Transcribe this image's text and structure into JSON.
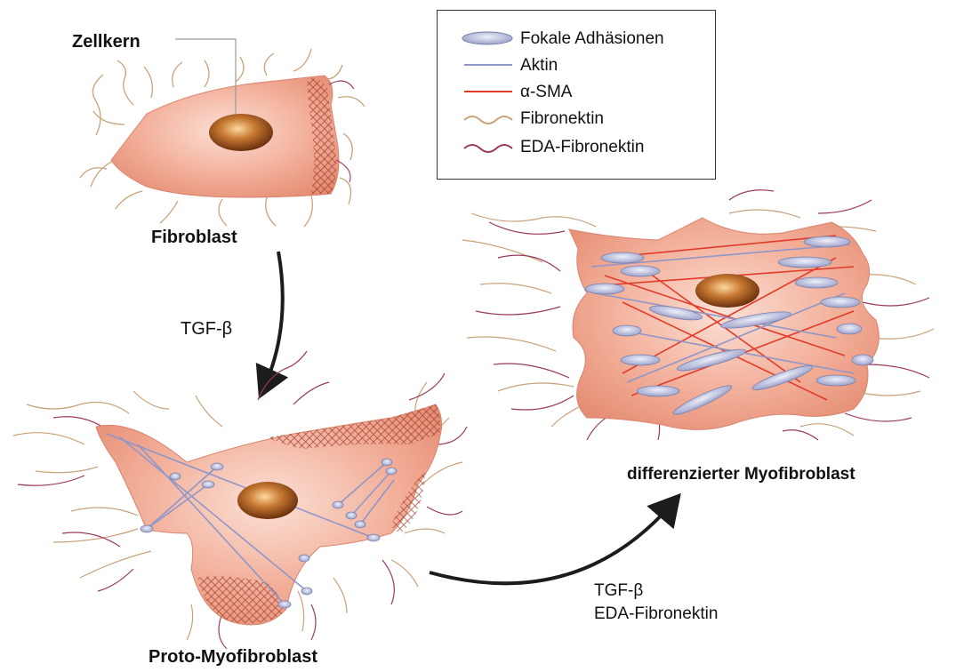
{
  "labels": {
    "zellkern": "Zellkern",
    "fibroblast": "Fibroblast",
    "tgf1": "TGF-β",
    "proto": "Proto-Myofibroblast",
    "differenziert": "differenzierter Myofibroblast",
    "tgf2": "TGF-β",
    "eda": "EDA-Fibronektin"
  },
  "legend": {
    "items": [
      {
        "label": "Fokale Adhäsionen",
        "icon": "focal-adhesion-ellipse"
      },
      {
        "label": "Aktin",
        "icon": "actin-line",
        "color": "#8f96c8"
      },
      {
        "label": "α-SMA",
        "icon": "alpha-sma-line",
        "color": "#e23b2a"
      },
      {
        "label": "Fibronektin",
        "icon": "fibronectin-wave",
        "color": "#c8a27a"
      },
      {
        "label": "EDA-Fibronektin",
        "icon": "eda-fibronectin-wave",
        "color": "#9c3a5c"
      }
    ]
  },
  "colors": {
    "cell_fill": "#efa48e",
    "cell_edge": "#d98570",
    "nucleus": "#a35a1f",
    "crosshatch": "#9e3b2c",
    "arrow": "#1c1c1c"
  }
}
